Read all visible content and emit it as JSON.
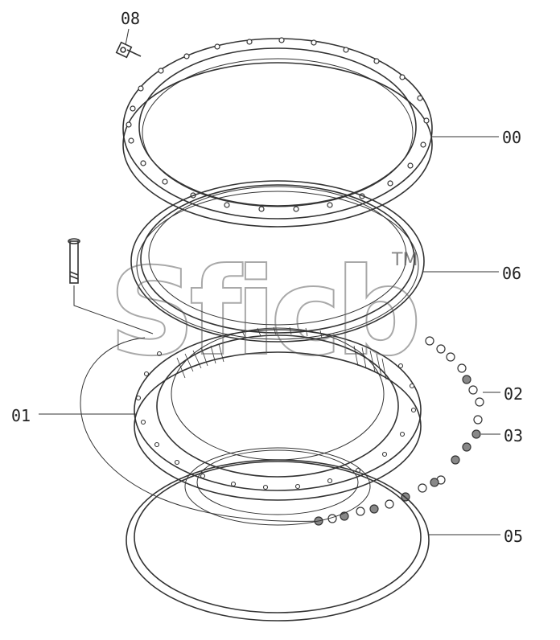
{
  "diagram": {
    "callouts": [
      "08",
      "00",
      "06",
      "02",
      "03",
      "01",
      "05"
    ],
    "watermark": {
      "text": "Sficb",
      "trademark": "TM"
    }
  }
}
